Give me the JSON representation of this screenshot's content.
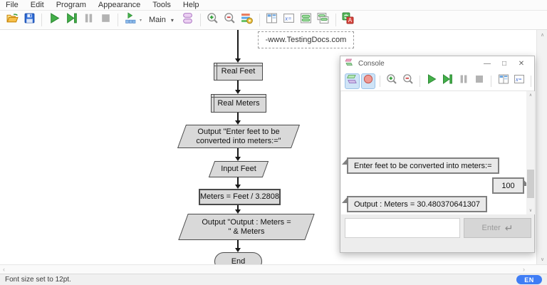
{
  "menubar": {
    "items": [
      "File",
      "Edit",
      "Program",
      "Appearance",
      "Tools",
      "Help"
    ]
  },
  "toolbar": {
    "main_dropdown": "Main",
    "icons": [
      "open-icon",
      "save-icon",
      "run-icon",
      "step-icon",
      "pause-icon",
      "stop-icon",
      "run-to-symbol-icon",
      "symbol-shapes-icon",
      "zoom-in-icon",
      "zoom-out-icon",
      "chart-style-icon",
      "split-view-icon",
      "variable-watch-icon",
      "console-icon",
      "console-output-icon",
      "translate-icon"
    ]
  },
  "flowchart": {
    "comment": "-www.TestingDocs.com",
    "nodes": [
      {
        "type": "declare",
        "label": "Real Feet"
      },
      {
        "type": "declare",
        "label": "Real Meters"
      },
      {
        "type": "output",
        "label": "Output \"Enter feet to be converted into meters:=\""
      },
      {
        "type": "input",
        "label": "Input Feet"
      },
      {
        "type": "assign",
        "label": "Meters = Feet / 3.2808"
      },
      {
        "type": "output",
        "label": "Output \"Output : Meters = \" & Meters"
      },
      {
        "type": "terminal",
        "label": "End"
      }
    ]
  },
  "console_window": {
    "title": "Console",
    "controls": {
      "minimize": "—",
      "maximize": "□",
      "close": "✕"
    },
    "toolbar_icons": [
      "graphic-mode-toggle-icon",
      "stop-sign-toggle-icon",
      "zoom-in-icon",
      "zoom-out-icon",
      "run-icon",
      "step-icon",
      "pause-icon",
      "stop-icon",
      "split-view-icon",
      "variable-watch-icon"
    ],
    "bubbles": [
      {
        "align": "left",
        "text": "Enter feet to be converted into meters:="
      },
      {
        "align": "right",
        "text": "100"
      },
      {
        "align": "left",
        "text": "Output : Meters = 30.480370641307"
      }
    ],
    "input": {
      "value": "",
      "enter_label": "Enter"
    }
  },
  "statusbar": {
    "message": "Font size set to 12pt.",
    "language_badge": "EN"
  },
  "icons": {
    "up": "∧",
    "down": "∨",
    "left": "‹",
    "right": "›",
    "caret": "▾",
    "return": "↵"
  },
  "colors": {
    "run_green": "#43b049",
    "node_fill": "#d9d9d9",
    "badge_blue": "#3f7df5",
    "toggle_blue": "#cfe4f7"
  }
}
